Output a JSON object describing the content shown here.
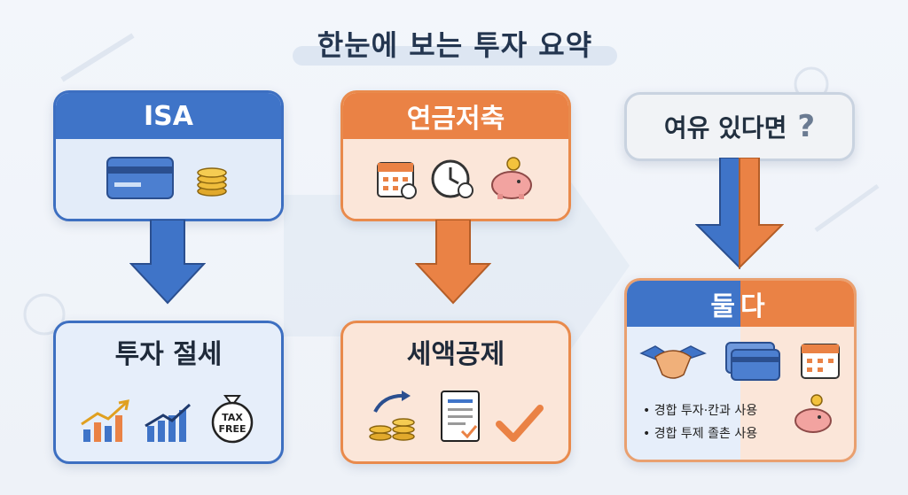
{
  "title": "한눈에 보는 투자 요약",
  "columns": [
    {
      "header": "ISA",
      "result": "투자 절세"
    },
    {
      "header": "연금저축",
      "result": "세액공제"
    }
  ],
  "question": {
    "text": "여유 있다면",
    "mark": "?"
  },
  "both": {
    "header": "둘다",
    "items": [
      "경합 투자·칸과 사용",
      "경합 투제 졸촌 사용"
    ]
  },
  "tax_badge": {
    "line1": "TAX",
    "line2": "FREE"
  },
  "icons": [
    "credit-card-icon",
    "coin-stack-icon",
    "calendar-icon",
    "clock-icon",
    "piggy-bank-icon",
    "growth-chart-icon",
    "tax-free-bag-icon",
    "coin-transfer-icon",
    "document-icon",
    "checkmark-icon",
    "handshake-icon"
  ],
  "colors": {
    "blue": "#3f74c8",
    "orange": "#ea8245",
    "title": "#243650"
  }
}
